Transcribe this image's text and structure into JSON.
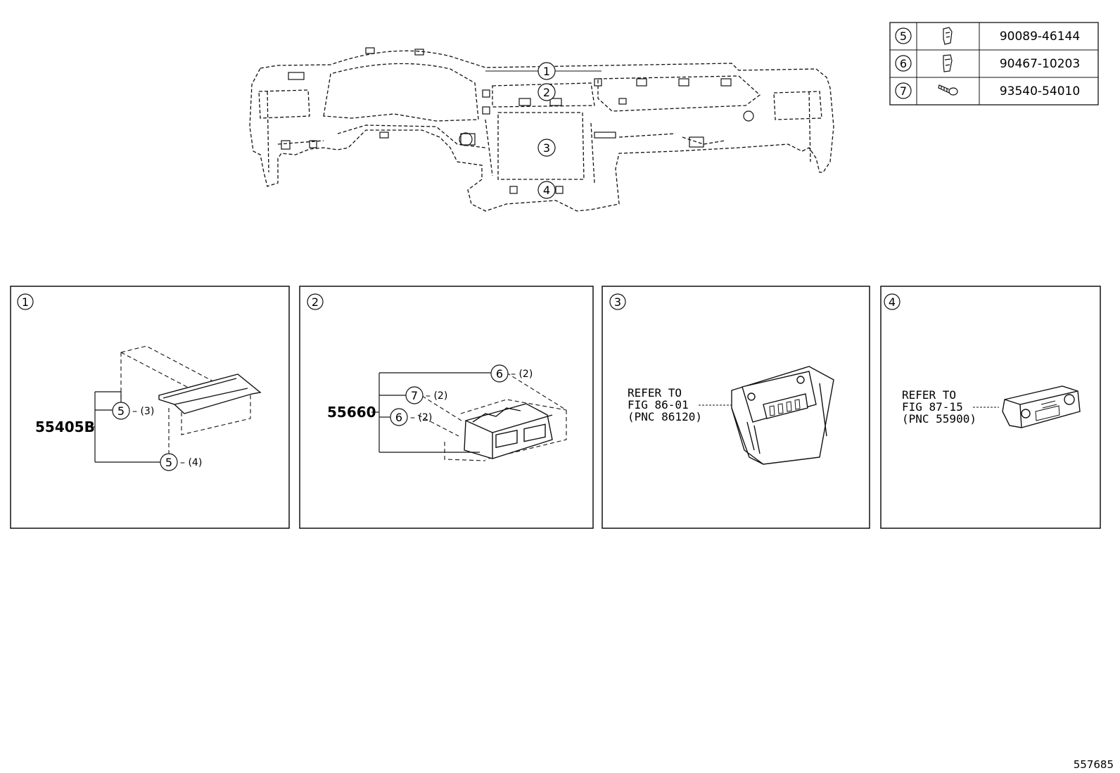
{
  "legend": [
    {
      "ref": "5",
      "part_no": "90089-46144",
      "icon": "clip-icon"
    },
    {
      "ref": "6",
      "part_no": "90467-10203",
      "icon": "clip-icon"
    },
    {
      "ref": "7",
      "part_no": "93540-54010",
      "icon": "screw-icon"
    }
  ],
  "overview_callouts": [
    "1",
    "2",
    "3",
    "4"
  ],
  "panels": [
    {
      "id": "1",
      "main_part": "55405B",
      "callouts": [
        {
          "ref": "5",
          "qty": "(3)"
        },
        {
          "ref": "5",
          "qty": "(4)"
        }
      ]
    },
    {
      "id": "2",
      "main_part": "55660",
      "callouts": [
        {
          "ref": "6",
          "qty": "(2)"
        },
        {
          "ref": "7",
          "qty": "(2)"
        },
        {
          "ref": "6",
          "qty": "(2)"
        }
      ]
    },
    {
      "id": "3",
      "refer": [
        "REFER TO",
        "FIG 86-01",
        "(PNC 86120)"
      ]
    },
    {
      "id": "4",
      "refer": [
        "REFER TO",
        "FIG 87-15",
        "(PNC 55900)"
      ]
    }
  ],
  "figure_id": "557685"
}
